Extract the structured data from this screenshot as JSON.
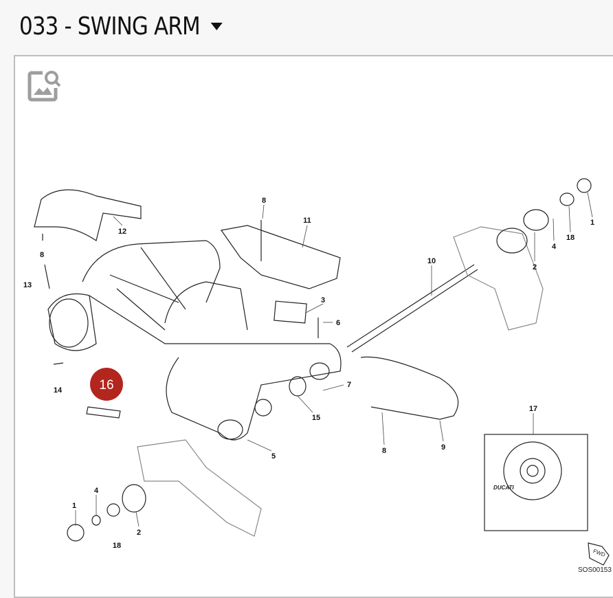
{
  "header": {
    "title": "033 - SWING ARM",
    "dropdown_icon": "caret-down-icon"
  },
  "toolbar": {
    "zoom_image_icon": "image-search-icon"
  },
  "diagram": {
    "callouts": [
      "8",
      "11",
      "12",
      "1",
      "18",
      "4",
      "2",
      "10",
      "8",
      "13",
      "3",
      "6",
      "7",
      "14",
      "15",
      "5",
      "8",
      "9",
      "17",
      "4",
      "1",
      "2",
      "18"
    ],
    "highlighted_callout": "16",
    "highlight_color": "#b3261e",
    "brand_text": "DUCATI",
    "fwd_text": "FWD",
    "drawing_code": "SOS00153"
  }
}
